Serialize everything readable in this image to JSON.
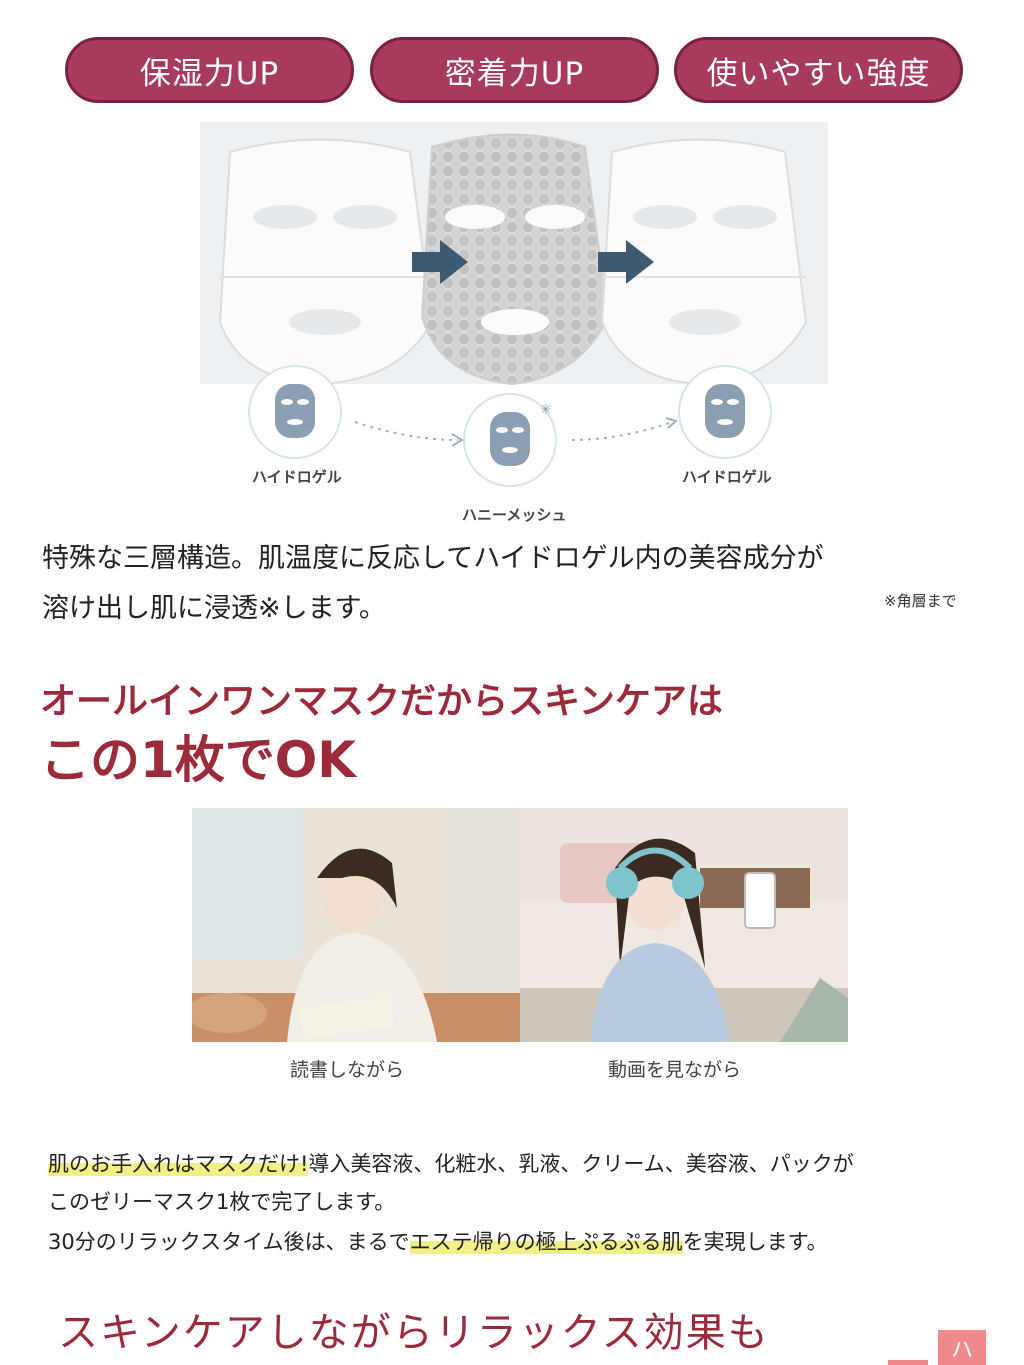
{
  "pills": [
    "保湿力UP",
    "密着力UP",
    "使いやすい強度"
  ],
  "diagram": {
    "labels": {
      "left": "ハイドロゲル",
      "middle": "ハニーメッシュ",
      "right": "ハイドロゲル"
    }
  },
  "description": {
    "line1": "特殊な三層構造。肌温度に反応してハイドロゲル内の美容成分が",
    "line2": "溶け出し肌に浸透※します。",
    "note": "※角層まで"
  },
  "heading": {
    "line1": "オールインワンマスクだからスキンケアは",
    "line2": "この1枚でOK"
  },
  "photos": {
    "reading_caption": "読書しながら",
    "video_caption": "動画を見ながら"
  },
  "paragraph": {
    "line1_highlight": "肌のお手入れはマスクだけ!",
    "line1_rest": "導入美容液、化粧水、乳液、クリーム、美容液、パックが",
    "line2": "このゼリーマスク1枚で完了します。",
    "line3_pre": "30分のリラックスタイム後は、まるで",
    "line3_highlight": "エステ帰りの極上ぷるぷる肌",
    "line3_post": "を実現します。"
  },
  "heading_bottom": "スキンケアしながらリラックス効果も",
  "corner_tab": "ハ",
  "colors": {
    "pill_bg": "#a83a5c",
    "heading": "#9b2a3a",
    "highlight": "#f1ef86",
    "arrow": "#3d5a70"
  }
}
